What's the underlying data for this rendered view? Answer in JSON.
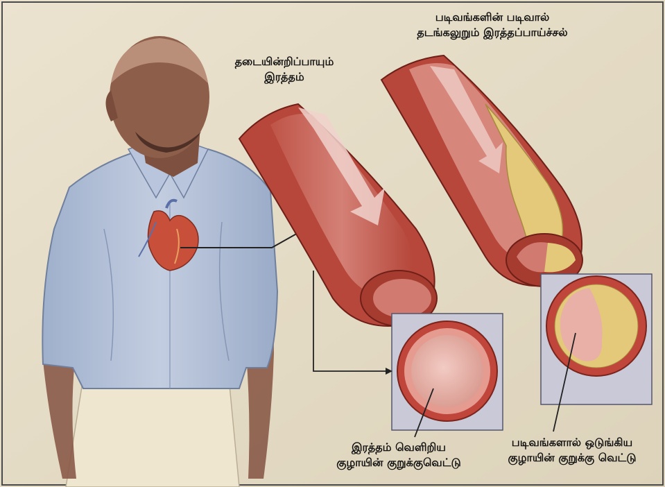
{
  "labels": {
    "unblocked_flow": {
      "line1": "தடையின்றிப்பாயும்",
      "line2": "இரத்தம்"
    },
    "plaque_flow": {
      "line1": "படிவங்களின் படிவால்",
      "line2": "தடங்கலுறும் இரத்தப்பாய்ச்சல்"
    },
    "clear_cross_section": {
      "line1": "இரத்தம் வெளிறிய",
      "line2": "குழாயின் குறுக்குவெட்டு"
    },
    "narrowed_cross_section": {
      "line1": "படிவங்களால் ஒடுங்கிய",
      "line2": "குழாயின் குறுக்கு வெட்டு"
    }
  },
  "colors": {
    "background": "#e6ddc7",
    "artery_outer": "#b7473b",
    "artery_inner": "#d9837a",
    "lumen": "#e8b7ae",
    "plaque": "#e5c97a",
    "shirt": "#aebcd6",
    "skin": "#8a5a48",
    "inset_panel": "#c9c9d8",
    "heart": "#c8503a"
  }
}
